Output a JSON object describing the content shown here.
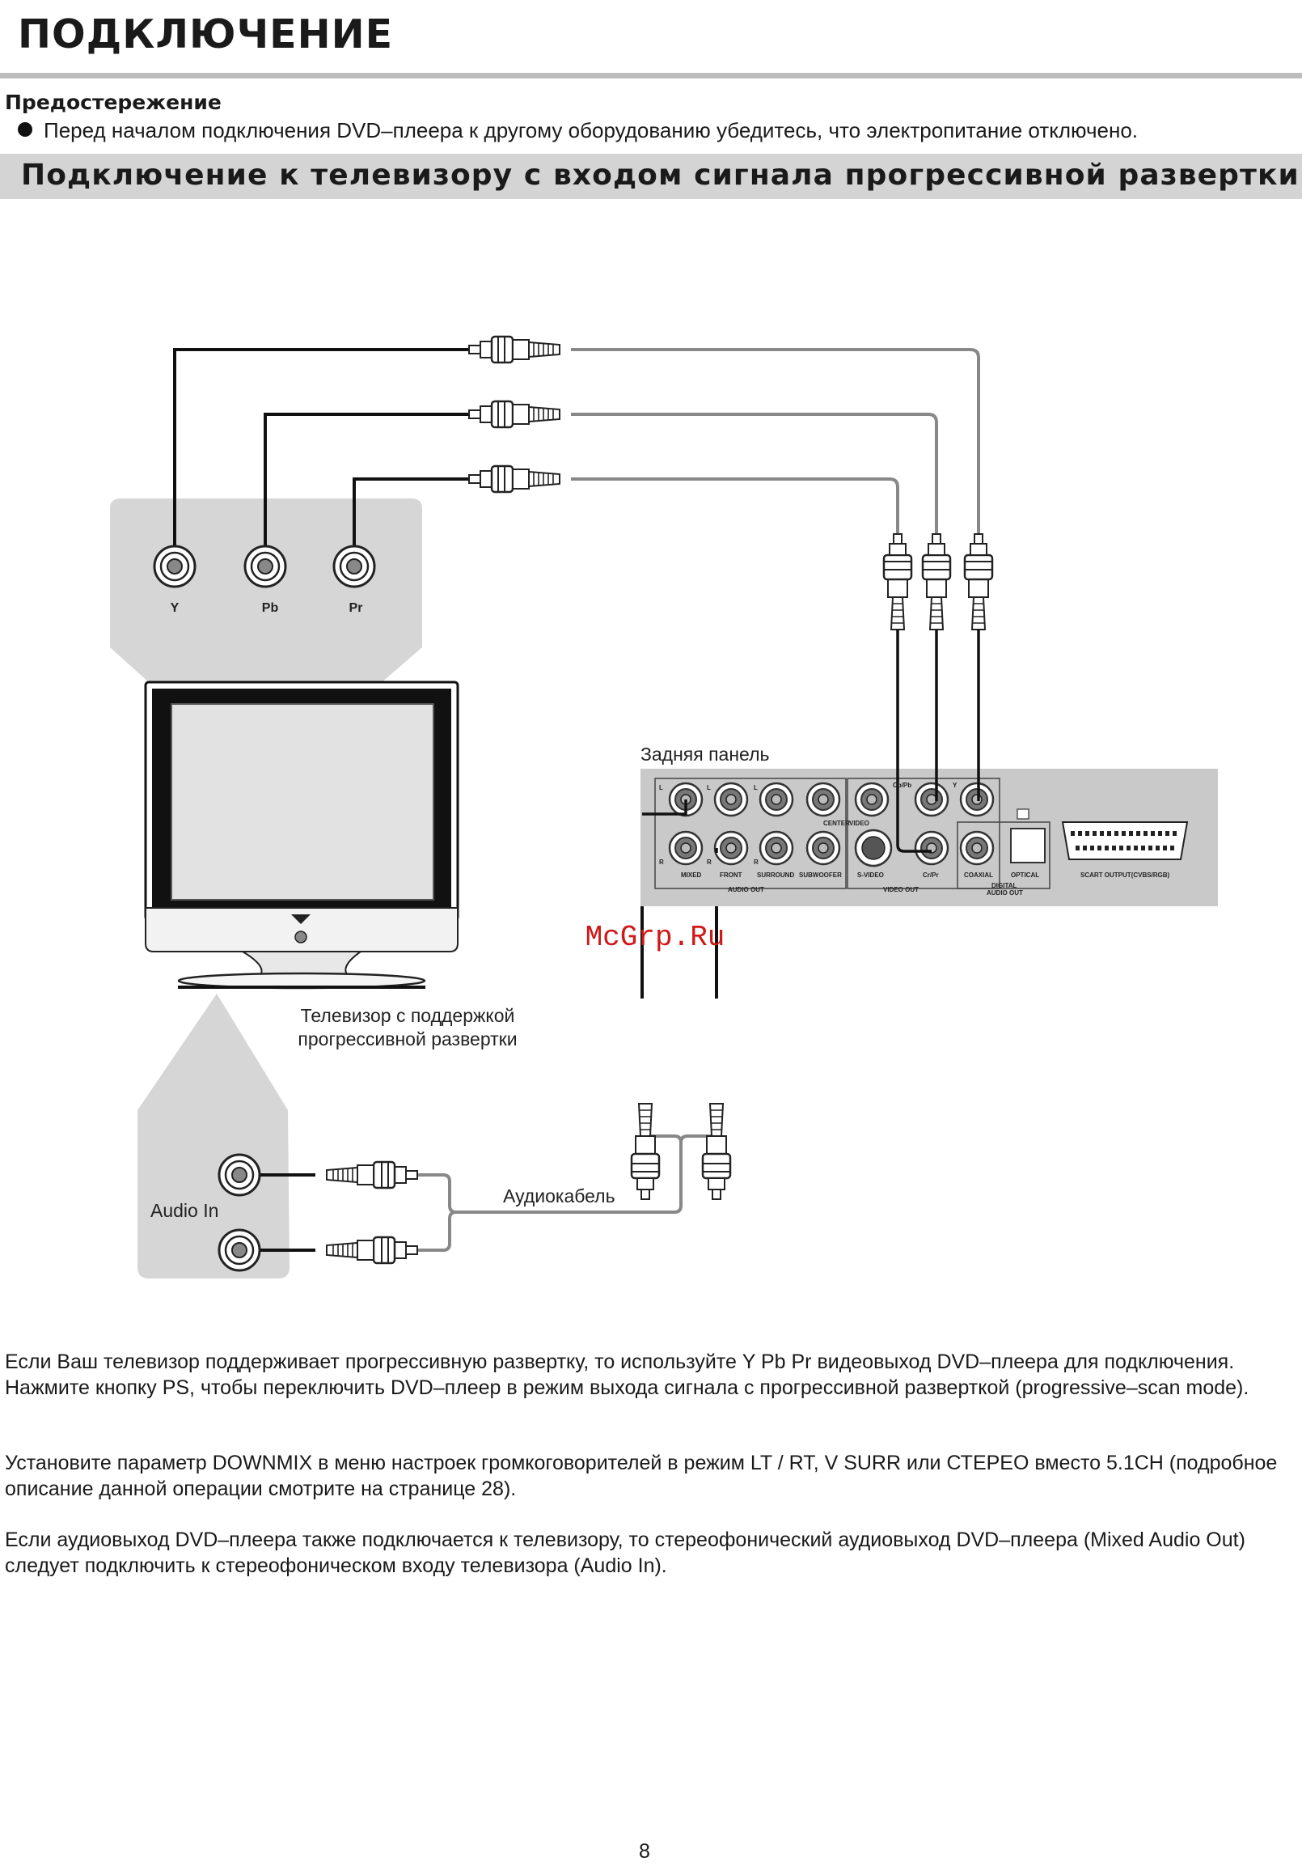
{
  "header": {
    "title": "ПОДКЛЮЧЕНИЕ"
  },
  "caution": {
    "heading": "Предостережение",
    "text": "Перед началом подключения DVD–плеера к другому оборудованию  убедитесь, что электропитание отключено."
  },
  "section": {
    "title": "Подключение к телевизору с входом сигнала прогрессивной развертки"
  },
  "diagram": {
    "tv_inputs": [
      "Y",
      "Pb",
      "Pr"
    ],
    "rear_panel_label": "Задняя панель",
    "tv_caption_line1": "Телевизор с поддержкой",
    "tv_caption_line2": "прогрессивной развертки",
    "audio_in_label": "Audio In",
    "audio_cable_label": "Аудиокабель",
    "watermark": "McGrp.Ru",
    "panel": {
      "l1": "L",
      "l2": "L",
      "l3": "L",
      "r1": "R",
      "r2": "R",
      "r3": "R",
      "mixed": "MIXED",
      "front": "FRONT",
      "surround": "SURROUND",
      "subwoofer": "SUBWOOFER",
      "center": "CENTER",
      "video": "VIDEO",
      "svideo": "S-VIDEO",
      "cbpb": "Cb/Pb",
      "y": "Y",
      "crpr": "Cr/Pr",
      "coaxial": "COAXIAL",
      "optical": "OPTICAL",
      "audio_out": "AUDIO OUT",
      "video_out": "VIDEO OUT",
      "digital": "DIGITAL",
      "digital_audio_out": "AUDIO OUT",
      "scart": "SCART OUTPUT(CVBS/RGB)"
    }
  },
  "body": {
    "paragraph1": "Если Ваш  телевизор поддерживает прогрессивную развертку, то используйте Y Pb Pr видеовыход DVD–плеера для подключения. Нажмите кнопку PS, чтобы переключить DVD–плеер в режим выхода сигнала с прогрессивной разверткой (progressive–scan mode).",
    "paragraph2": "Установите параметр DOWNMIX в меню настроек громкоговорителей в режим LT / RT, V SURR или СТЕРЕО вместо 5.1CH (подробное описание данной операции смотрите на странице 28).",
    "paragraph3": "Если аудиовыход DVD–плеера также подключается к телевизору, то стереофонический аудиовыход DVD–плеера (Mixed Audio Out) следует подключить к стереофоническом входу телевизора (Audio In)."
  },
  "footer": {
    "page_number": "8"
  },
  "colors": {
    "section_band": "#d4d4d4",
    "title_rule": "#bdbdbd",
    "cable_dark": "#111111",
    "cable_gray": "#7a7a7a",
    "panel_gray": "#c9c9c9",
    "watermark": "#d01818"
  }
}
